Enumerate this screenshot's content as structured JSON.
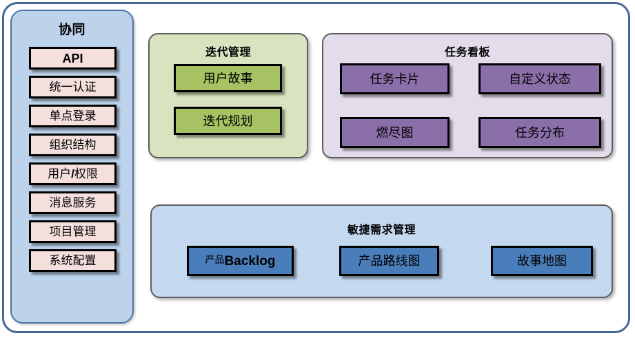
{
  "diagram": {
    "frame": {
      "name": "outer-container",
      "border_color": "#436896",
      "background": "#ffffff"
    },
    "sidebar": {
      "title": "协同",
      "background": "#bdd3ec",
      "border_color": "#4a74a8",
      "item_background": "#f4dfdd",
      "items": [
        {
          "label": "API",
          "style": "bold-latin"
        },
        {
          "label": "统一认证",
          "style": "cjk"
        },
        {
          "label": "单点登录",
          "style": "cjk"
        },
        {
          "label": "组织结构",
          "style": "cjk"
        },
        {
          "label": "用户/权限",
          "style": "cjk-slash",
          "cjk_a": "用户",
          "slash": "/",
          "cjk_b": "权限"
        },
        {
          "label": "消息服务",
          "style": "cjk"
        },
        {
          "label": "项目管理",
          "style": "cjk"
        },
        {
          "label": "系统配置",
          "style": "cjk"
        }
      ]
    },
    "groups": [
      {
        "key": "iteration",
        "title": "迭代管理",
        "background": "#d8e4c0",
        "item_background": "#a6c263",
        "items": [
          {
            "label": "用户故事"
          },
          {
            "label": "迭代规划"
          }
        ]
      },
      {
        "key": "taskboard",
        "title": "任务看板",
        "background": "#e3dceb",
        "item_background": "#8a6fa8",
        "items": [
          {
            "label": "任务卡片"
          },
          {
            "label": "自定义状态"
          },
          {
            "label": "燃尽图"
          },
          {
            "label": "任务分布"
          }
        ]
      },
      {
        "key": "agile",
        "title": "敏捷需求管理",
        "background": "#c4d8f0",
        "item_background": "#4a7ebb",
        "items": [
          {
            "label": "产品Backlog",
            "cjk_prefix": "产品",
            "latin_suffix": "Backlog"
          },
          {
            "label": "产品路线图"
          },
          {
            "label": "故事地图"
          }
        ]
      }
    ]
  }
}
